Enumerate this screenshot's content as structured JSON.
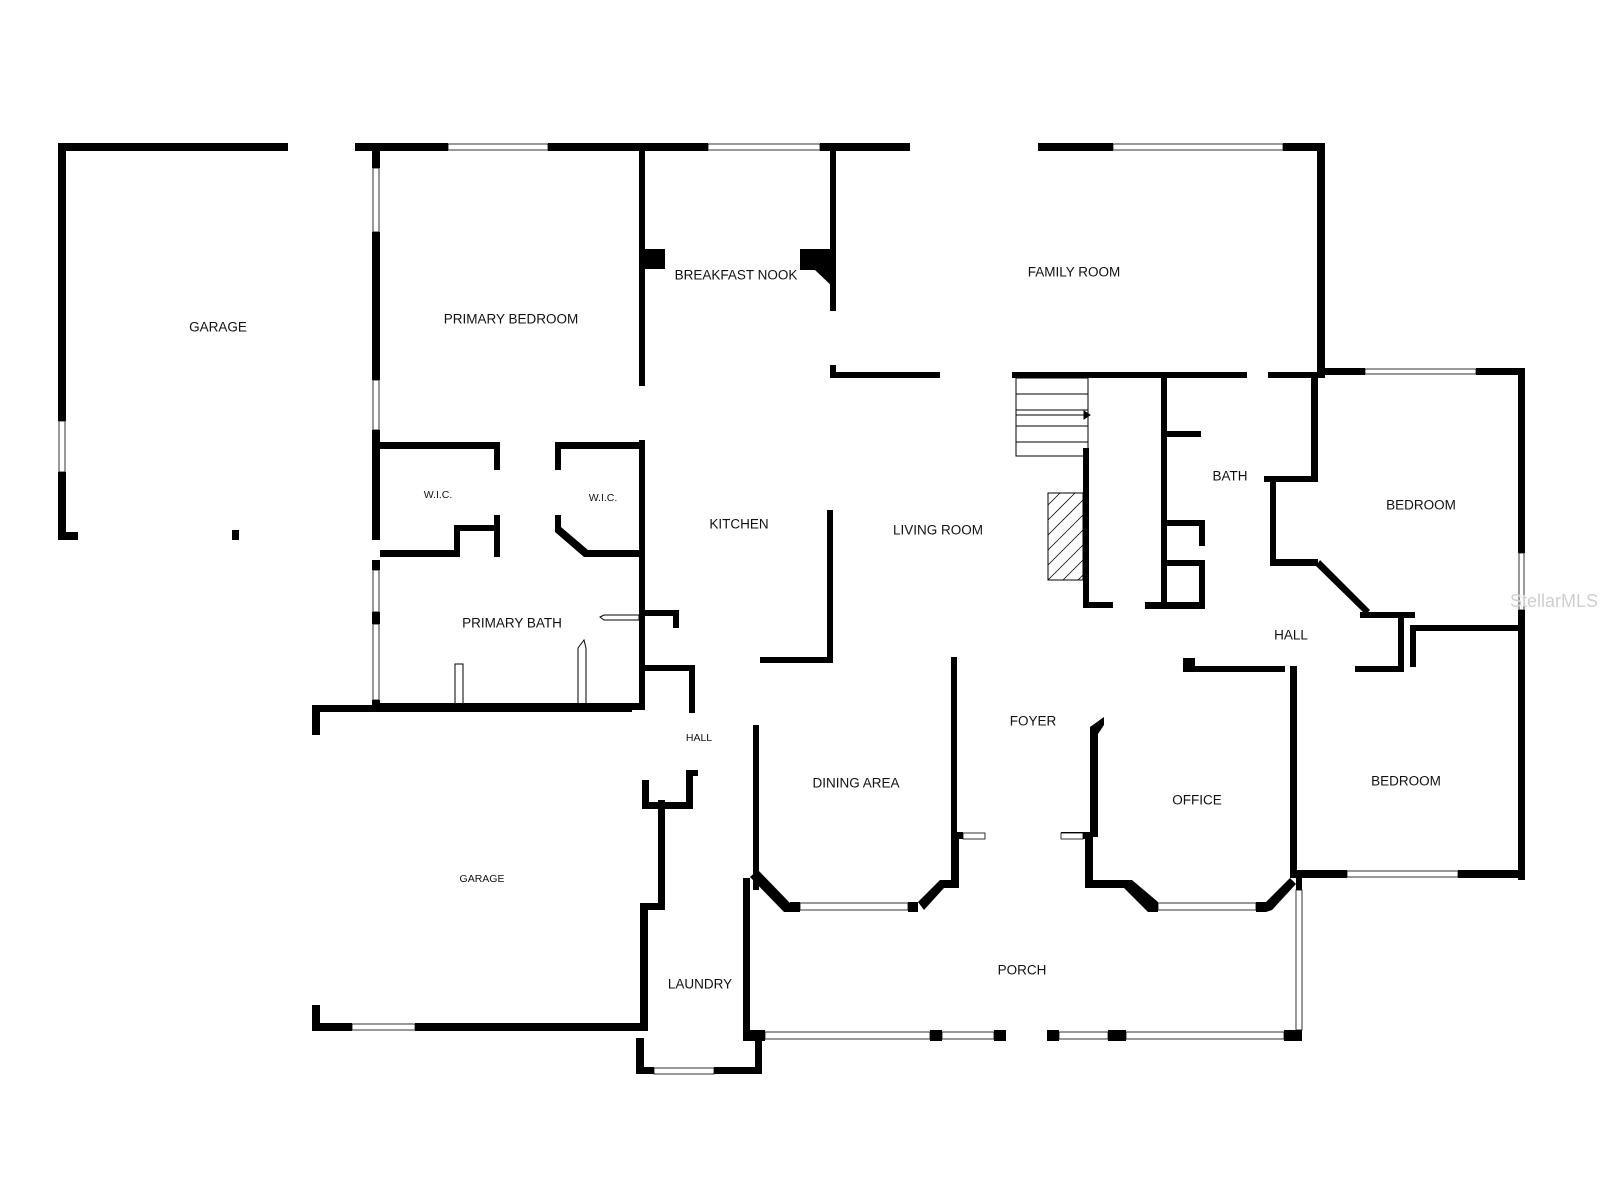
{
  "watermark": "StellarMLS",
  "rooms": {
    "garage_top": "GARAGE",
    "primary_bedroom": "PRIMARY BEDROOM",
    "breakfast_nook": "BREAKFAST NOOK",
    "family_room": "FAMILY ROOM",
    "wic_left": "W.I.C.",
    "wic_right": "W.I.C.",
    "kitchen": "KITCHEN",
    "living_room": "LIVING ROOM",
    "bath": "BATH",
    "bedroom_right": "BEDROOM",
    "primary_bath": "PRIMARY BATH",
    "hall_right": "HALL",
    "hall_small": "HALL",
    "foyer": "FOYER",
    "dining_area": "DINING AREA",
    "office": "OFFICE",
    "bedroom_lower": "BEDROOM",
    "garage_bottom": "GARAGE",
    "porch": "PORCH",
    "laundry": "LAUNDRY"
  },
  "colors": {
    "wall": "#000000",
    "background": "#ffffff",
    "text": "#111111",
    "watermark": "#cfcfcf"
  }
}
